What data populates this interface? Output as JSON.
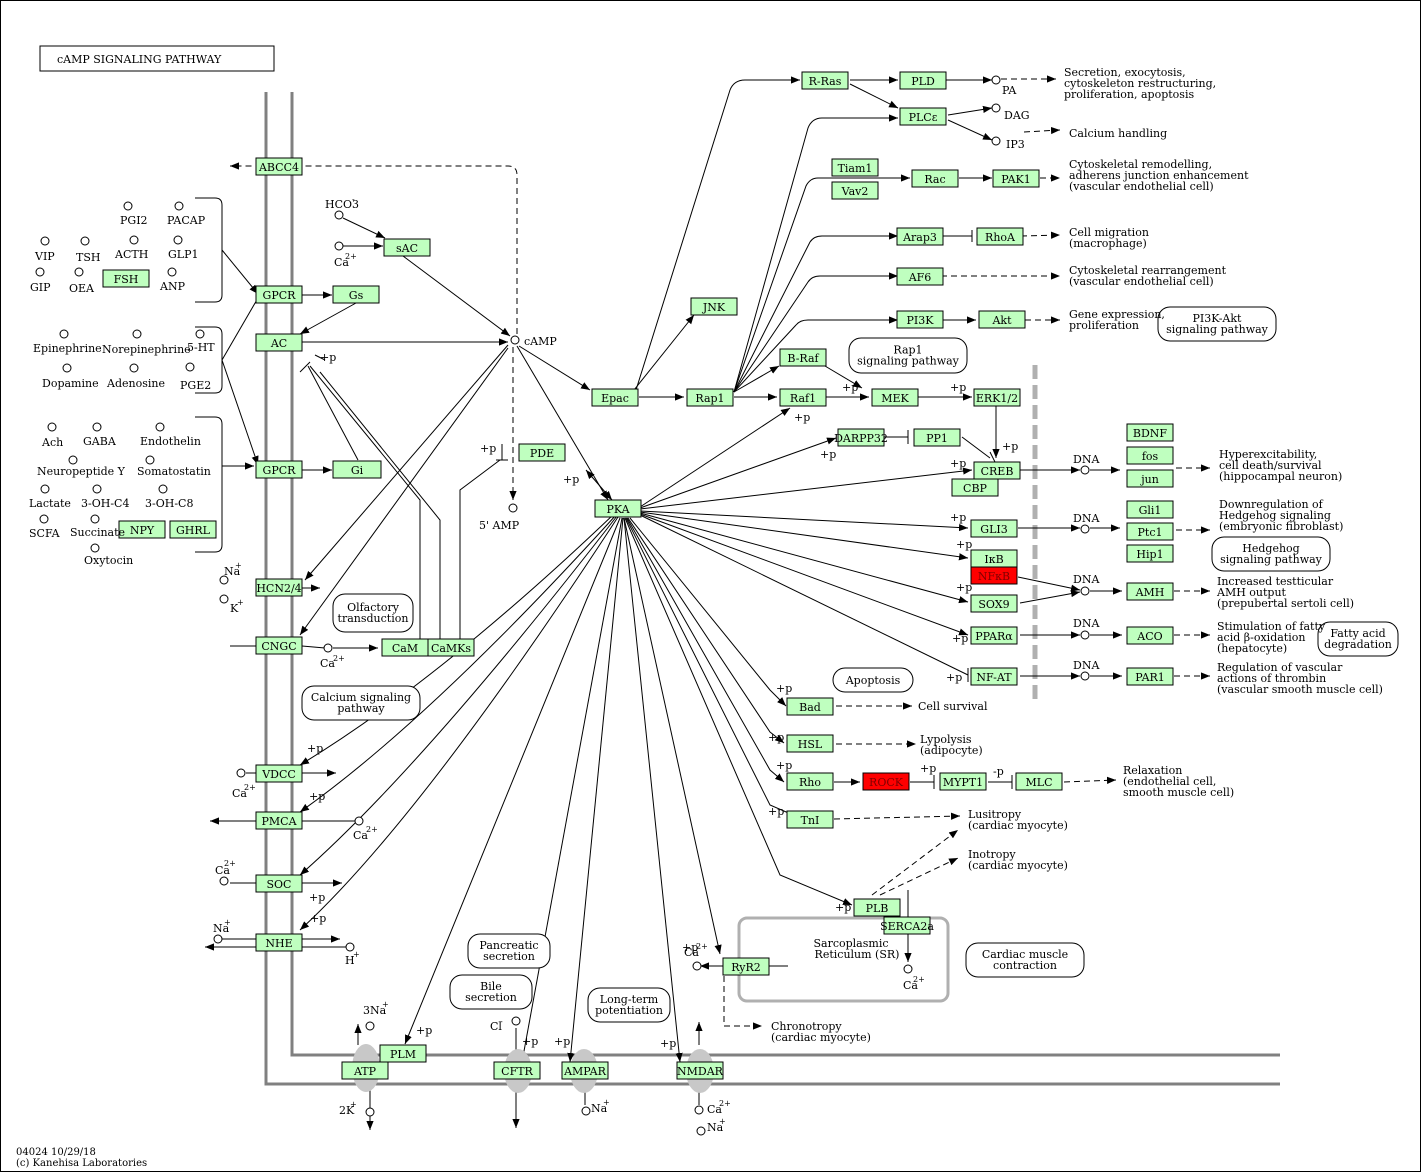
{
  "title": "cAMP  SIGNALING  PATHWAY",
  "footer": [
    "04024 10/29/18",
    "(c) Kanehisa Laboratories"
  ],
  "colors": {
    "gene_fill": "#bfffbf",
    "highlight_fill": "#ff0000",
    "membrane": "#808080"
  },
  "genes": {
    "abcc4": "ABCC4",
    "gpcr1": "GPCR",
    "gs": "Gs",
    "ac": "AC",
    "sac": "sAC",
    "fsh": "FSH",
    "gpcr2": "GPCR",
    "gi": "Gi",
    "npy": "NPY",
    "ghrl": "GHRL",
    "hcn": "HCN2/4",
    "cngc": "CNGC",
    "cam": "CaM",
    "camks": "CaMKs",
    "vdcc": "VDCC",
    "pmca": "PMCA",
    "soc": "SOC",
    "nhe": "NHE",
    "atp": "ATP",
    "plm": "PLM",
    "cftr": "CFTR",
    "ampar": "AMPAR",
    "nmdar": "NMDAR",
    "pde": "PDE",
    "pka": "PKA",
    "epac": "Epac",
    "rap1": "Rap1",
    "jnk": "JNK",
    "rras": "R-Ras",
    "pld": "PLD",
    "plce": "PLCε",
    "tiam1": "Tiam1",
    "vav2": "Vav2",
    "rac": "Rac",
    "pak1": "PAK1",
    "arap3": "Arap3",
    "rhoa": "RhoA",
    "af6": "AF6",
    "pi3k": "PI3K",
    "akt": "Akt",
    "braf": "B-Raf",
    "raf1": "Raf1",
    "mek": "MEK",
    "erk": "ERK1/2",
    "darpp32": "DARPP32",
    "pp1": "PP1",
    "creb": "CREB",
    "cbp": "CBP",
    "gli3": "GLI3",
    "ikb": "IκB",
    "nfkb": "NFκB",
    "sox9": "SOX9",
    "ppara": "PPARα",
    "nfat": "NF-AT",
    "bdnf": "BDNF",
    "fos": "fos",
    "jun": "jun",
    "gli1": "Gli1",
    "ptc1": "Ptc1",
    "hip1": "Hip1",
    "amh": "AMH",
    "aco": "ACO",
    "par1": "PAR1",
    "bad": "Bad",
    "hsl": "HSL",
    "rho": "Rho",
    "rock": "ROCK",
    "mypt1": "MYPT1",
    "mlc": "MLC",
    "tni": "TnI",
    "plb": "PLB",
    "serca2a": "SERCA2a",
    "ryr2": "RyR2"
  },
  "ligands": {
    "pgi2": "PGI2",
    "pacap": "PACAP",
    "vip": "VIP",
    "tsh": "TSH",
    "acth": "ACTH",
    "glp1": "GLP1",
    "gip": "GIP",
    "oea": "OEA",
    "anp": "ANP",
    "epinephrine": "Epinephrine",
    "norepinephrine": "Norepinephrine",
    "ht5": "5-HT",
    "dopamine": "Dopamine",
    "adenosine": "Adenosine",
    "pge2": "PGE2",
    "ach": "Ach",
    "gaba": "GABA",
    "endothelin": "Endothelin",
    "npy_y": "Neuropeptide Y",
    "somatostatin": "Somatostatin",
    "lactate": "Lactate",
    "oh_c4": "3-OH-C4",
    "oh_c8": "3-OH-C8",
    "scfa": "SCFA",
    "succinate": "Succinate",
    "oxytocin": "Oxytocin"
  },
  "compounds": {
    "hco3": "HCO3",
    "hco3_sup": "-",
    "ca": "Ca",
    "ca_sup": "2+",
    "camp": "cAMP",
    "amp5": "5' AMP",
    "pa": "PA",
    "dag": "DAG",
    "ip3": "IP3",
    "dna": "DNA",
    "na": "Na",
    "na_sup": "+",
    "k": "K",
    "k_sup": "+",
    "h": "H",
    "h_sup": "+",
    "cl": "Cl",
    "cl_sup": "-",
    "na3": "3Na",
    "k2": "2K"
  },
  "mods": {
    "plus_p": "+p",
    "minus_p": "-p"
  },
  "pathway_links": {
    "olfactory": [
      "Olfactory",
      "transduction"
    ],
    "calcium": [
      "Calcium signaling",
      "pathway"
    ],
    "rap1": [
      "Rap1",
      "signaling pathway"
    ],
    "pi3k_akt": [
      "PI3K-Akt",
      "signaling pathway"
    ],
    "apoptosis": [
      "Apoptosis"
    ],
    "hedgehog": [
      "Hedgehog",
      "signaling pathway"
    ],
    "fatty": [
      "Fatty acid",
      "degradation"
    ],
    "pancreatic": [
      "Pancreatic",
      "secretion"
    ],
    "bile": [
      "Bile",
      "secretion"
    ],
    "ltp": [
      "Long-term",
      "potentiation"
    ],
    "cardiac": [
      "Cardiac muscle",
      "contraction"
    ]
  },
  "sr_label": [
    "Sarcoplasmic",
    "Reticulum (SR)"
  ],
  "outcomes": {
    "secretion": [
      "Secretion, exocytosis,",
      "cytoskeleton restructuring,",
      "proliferation, apoptosis"
    ],
    "calcium_handling": [
      "Calcium handling"
    ],
    "cytoskeletal": [
      "Cytoskeletal remodelling,",
      "adherens junction enhancement",
      "(vascular endothelial cell)"
    ],
    "migration": [
      "Cell migration",
      "(macrophage)"
    ],
    "rearrangement": [
      "Cytoskeletal rearrangement",
      "(vascular endothelial cell)"
    ],
    "gene_expr": [
      "Gene expression,",
      "proliferation"
    ],
    "hyperexc": [
      "Hyperexcitability,",
      "cell death/survival",
      "(hippocampal neuron)"
    ],
    "hedgehog_down": [
      "Downregulation of",
      "Hedgehog signaling",
      "(embryonic fibroblast)"
    ],
    "amh_out": [
      "Increased testticular",
      "AMH output",
      "(prepubertal sertoli cell)"
    ],
    "fatty_stim": [
      "Stimulation of fatty",
      "acid β-oxidation",
      "(hepatocyte)"
    ],
    "vascular": [
      "Regulation of vascular",
      "actions of thrombin",
      "(vascular smooth muscle cell)"
    ],
    "survival": [
      "Cell survival"
    ],
    "lypolysis": [
      "Lypolysis",
      "(adipocyte)"
    ],
    "relaxation": [
      "Relaxation",
      "(endothelial cell,",
      "smooth muscle cell)"
    ],
    "lusitropy": [
      "Lusitropy",
      "(cardiac myocyte)"
    ],
    "inotropy": [
      "Inotropy",
      "(cardiac myocyte)"
    ],
    "chronotropy": [
      "Chronotropy",
      "(cardiac myocyte)"
    ]
  }
}
